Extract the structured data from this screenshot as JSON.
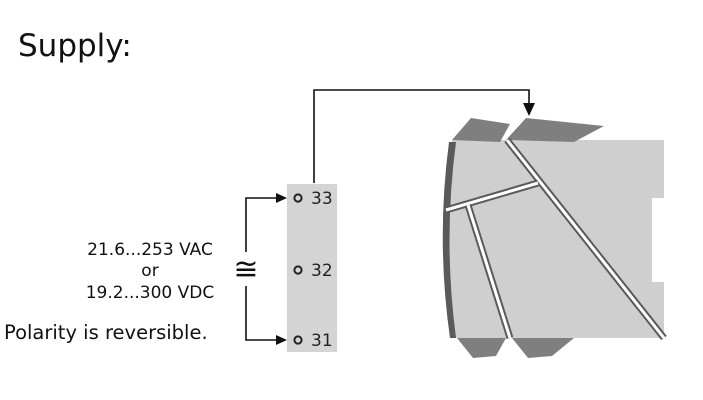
{
  "title": "Supply:",
  "voltage": {
    "ac": "21.6...253 VAC",
    "separator": "or",
    "dc": "19.2...300 VDC"
  },
  "ac_dc_symbol": "≅",
  "polarity_note": "Polarity is reversible.",
  "terminals": [
    "33",
    "32",
    "31"
  ],
  "colors": {
    "line": "#111111",
    "terminal_block": "#d4d4d4",
    "device_body": "#cfcfcf",
    "device_dark": "#7f7f7f",
    "device_edge": "#5a5a5a"
  }
}
